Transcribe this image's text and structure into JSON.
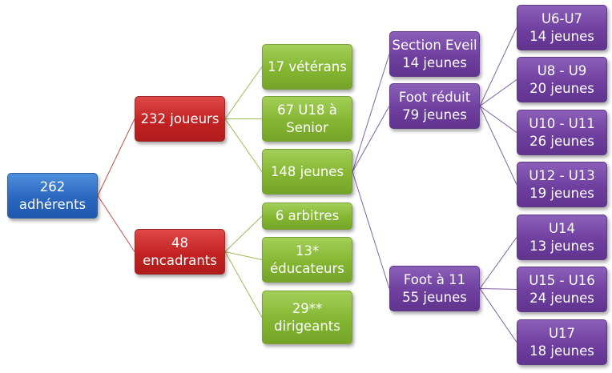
{
  "colors": {
    "root": "#2a67bf",
    "level1": "#c32222",
    "level2": "#85b632",
    "level3": "#6f3f9f",
    "level4": "#6f3f9f",
    "link_red": "#c0504d",
    "link_green": "#9bbb59",
    "link_purple": "#8064a2"
  },
  "nodes": {
    "root": [
      "262",
      "adhérents"
    ],
    "joueurs": [
      "232 joueurs"
    ],
    "encadrants": [
      "48",
      "encadrants"
    ],
    "veterans": [
      "17 vétérans"
    ],
    "u18_senior": [
      "67 U18 à",
      "Senior"
    ],
    "jeunes": [
      "148 jeunes"
    ],
    "arbitres": [
      "6 arbitres"
    ],
    "educateurs": [
      "13*",
      "éducateurs"
    ],
    "dirigeants": [
      "29**",
      "dirigeants"
    ],
    "section_eveil": [
      "Section Eveil",
      "14 jeunes"
    ],
    "foot_reduit": [
      "Foot réduit",
      "79 jeunes"
    ],
    "foot_a_11": [
      "Foot à 11",
      "55 jeunes"
    ],
    "u6_u7": [
      "U6-U7",
      "14 jeunes"
    ],
    "u8_u9": [
      "U8 - U9",
      "20 jeunes"
    ],
    "u10_u11": [
      "U10 - U11",
      "26 jeunes"
    ],
    "u12_u13": [
      "U12 - U13",
      "19 jeunes"
    ],
    "u14": [
      "U14",
      "13 jeunes"
    ],
    "u15_u16": [
      "U15 - U16",
      "24 jeunes"
    ],
    "u17": [
      "U17",
      "18 jeunes"
    ]
  }
}
